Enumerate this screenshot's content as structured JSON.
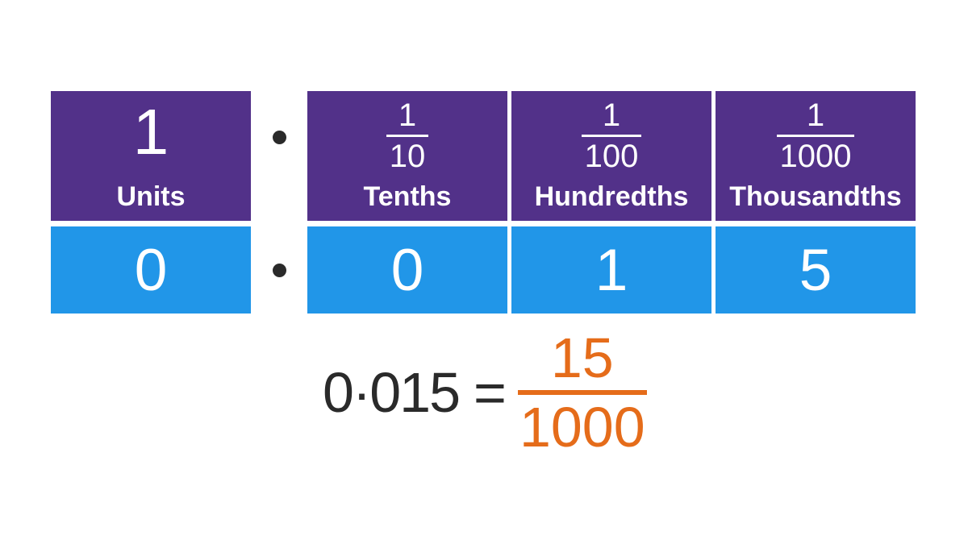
{
  "colors": {
    "purple": "#523189",
    "blue": "#2196e8",
    "orange": "#e56c1a",
    "dark_text": "#2a2a2a",
    "cell_text": "#ffffff",
    "background": "#ffffff"
  },
  "table": {
    "decimal_separator": "·",
    "columns": [
      {
        "header_value": "1",
        "label": "Units",
        "digit": "0"
      },
      {
        "fraction": {
          "numerator": "1",
          "denominator": "10"
        },
        "label": "Tenths",
        "digit": "0"
      },
      {
        "fraction": {
          "numerator": "1",
          "denominator": "100"
        },
        "label": "Hundredths",
        "digit": "1"
      },
      {
        "fraction": {
          "numerator": "1",
          "denominator": "1000"
        },
        "label": "Thousandths",
        "digit": "5"
      }
    ]
  },
  "equation": {
    "decimal": "0·015",
    "equals_sign": "=",
    "fraction": {
      "numerator": "15",
      "denominator": "1000"
    }
  }
}
